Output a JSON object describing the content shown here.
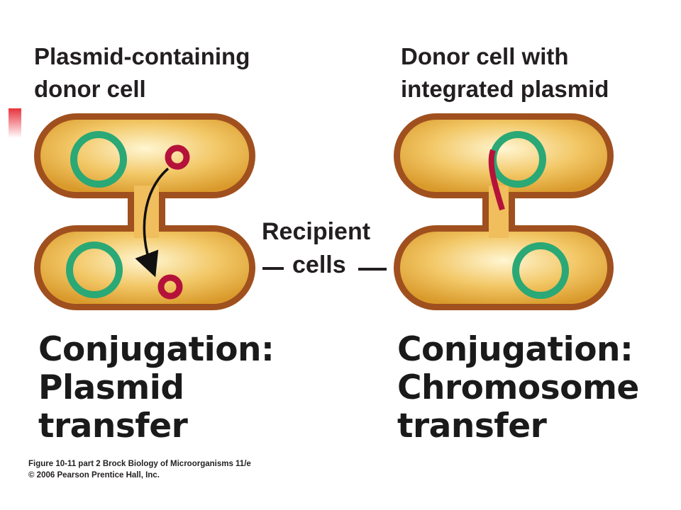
{
  "left_panel": {
    "heading": "Plasmid-containing\ndonor cell",
    "caption": "Conjugation:\nPlasmid\ntransfer"
  },
  "right_panel": {
    "heading": "Donor cell with\nintegrated plasmid",
    "caption": "Conjugation:\nChromosome\ntransfer"
  },
  "recipient_label": {
    "line1": "Recipient",
    "line2": "cells"
  },
  "credit": "Figure 10-11 part 2  Brock Biology of Microorganisms 11/e\n© 2006 Pearson Prentice Hall, Inc.",
  "colors": {
    "cell_wall": "#a0501e",
    "cytoplasm_outer": "#d99a2b",
    "cytoplasm_inner": "#fff3c4",
    "chromosome": "#2aa876",
    "plasmid": "#b5123a",
    "accent_bar": "#e8323c"
  }
}
